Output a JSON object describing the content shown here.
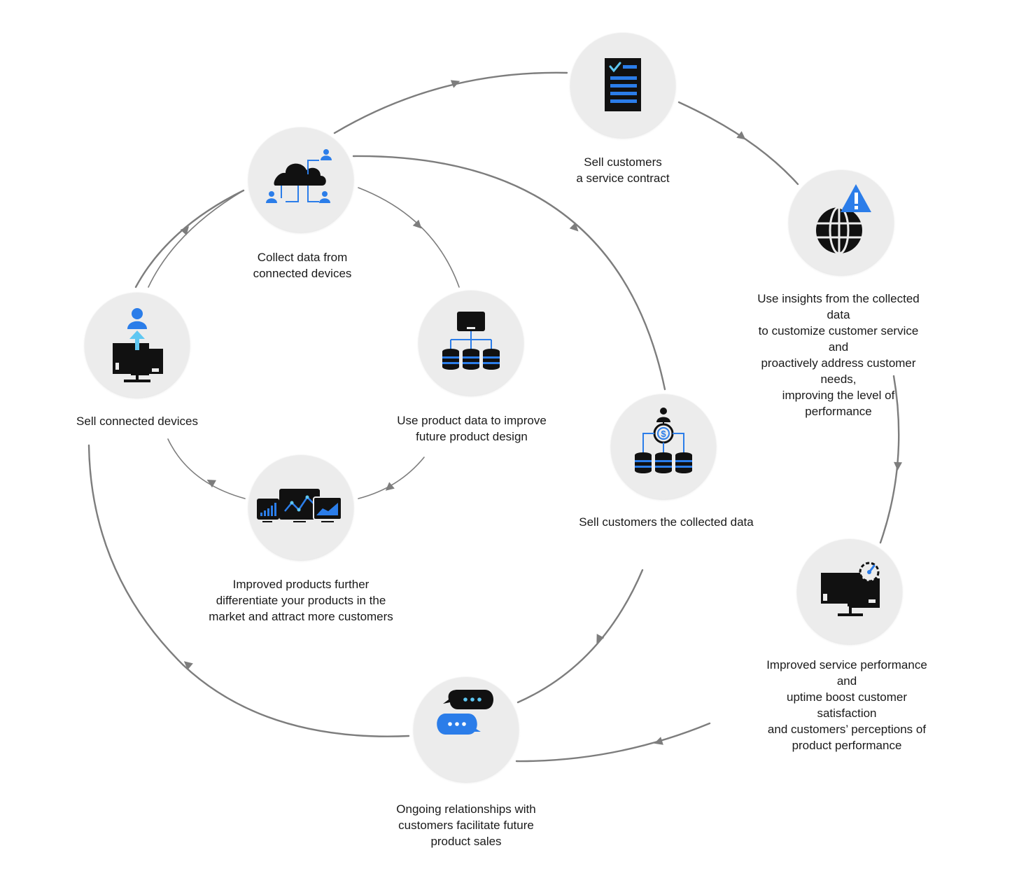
{
  "colors": {
    "accent": "#2b7de9",
    "light_accent": "#5ec7f2",
    "icon_dark": "#111111",
    "node_fill": "#ececec",
    "arrow": "#7d7d7d"
  },
  "nodes": {
    "collect_data": {
      "label": "Collect data from\nconnected devices",
      "icon": "cloud-network-icon"
    },
    "service_contract": {
      "label": "Sell customers\na service contract",
      "icon": "checklist-document-icon"
    },
    "insights": {
      "label": "Use insights from the collected data\nto customize customer service and\nproactively address customer needs,\nimproving the level of performance",
      "icon": "globe-alert-icon"
    },
    "service_performance": {
      "label": "Improved service performance and\nuptime boost customer satisfaction\nand customers’ perceptions of\nproduct performance",
      "icon": "devices-speedometer-icon"
    },
    "relationships": {
      "label": "Ongoing relationships with\ncustomers facilitate future\nproduct sales",
      "icon": "chat-bubbles-icon"
    },
    "sell_devices": {
      "label": "Sell connected devices",
      "icon": "devices-user-icon"
    },
    "product_design": {
      "label": "Use product data to improve\nfuture product design",
      "icon": "device-database-hierarchy-icon"
    },
    "improved_products": {
      "label": "Improved products further\ndifferentiate your products in the\nmarket and attract more customers",
      "icon": "analytics-devices-icon"
    },
    "sell_data": {
      "label": "Sell customers the collected data",
      "icon": "database-dollar-icon"
    }
  }
}
